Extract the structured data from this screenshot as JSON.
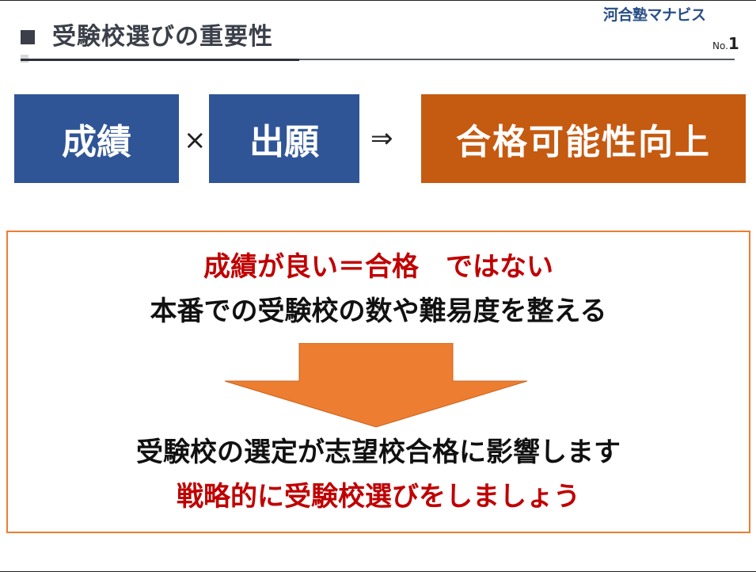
{
  "header": {
    "title": "受験校選びの重要性",
    "brand": "河合塾マナビス",
    "page_prefix": "No.",
    "page_number": "1"
  },
  "formula": {
    "term1": "成績",
    "operator1": "×",
    "term2": "出願",
    "operator2": "⇒",
    "result": "合格可能性向上"
  },
  "message": {
    "line1": "成績が良い＝合格　ではない",
    "line2": "本番での受験校の数や難易度を整える",
    "line3": "受験校の選定が志望校合格に影響します",
    "line4": "戦略的に受験校選びをしましょう"
  },
  "colors": {
    "blue_box": "#2f5597",
    "orange_box": "#c55a11",
    "panel_border": "#ed7d31",
    "arrow": "#ed7d31",
    "red_text": "#c00000"
  },
  "icons": {
    "header_marker": "square-icon",
    "down_arrow": "down-arrow-icon"
  }
}
